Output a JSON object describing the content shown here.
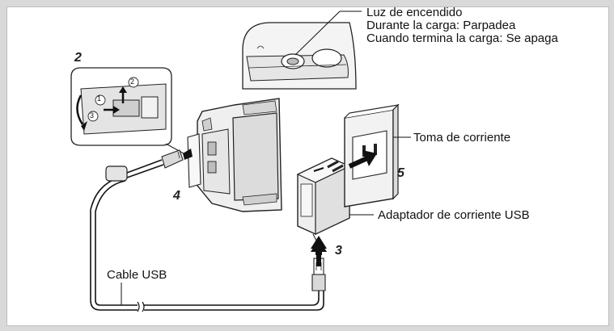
{
  "callouts": {
    "power_lamp": {
      "title": "Luz de encendido",
      "line1": "Durante la carga: Parpadea",
      "line2": "Cuando termina la carga: Se apaga"
    },
    "outlet": "Toma de corriente",
    "adapter": "Adaptador de corriente USB",
    "cable": "Cable USB"
  },
  "steps": {
    "open_cover": "2",
    "plug_adapter": "3",
    "connect_camera": "4",
    "plug_outlet": "5"
  },
  "sub_steps": [
    "1",
    "2",
    "3"
  ]
}
